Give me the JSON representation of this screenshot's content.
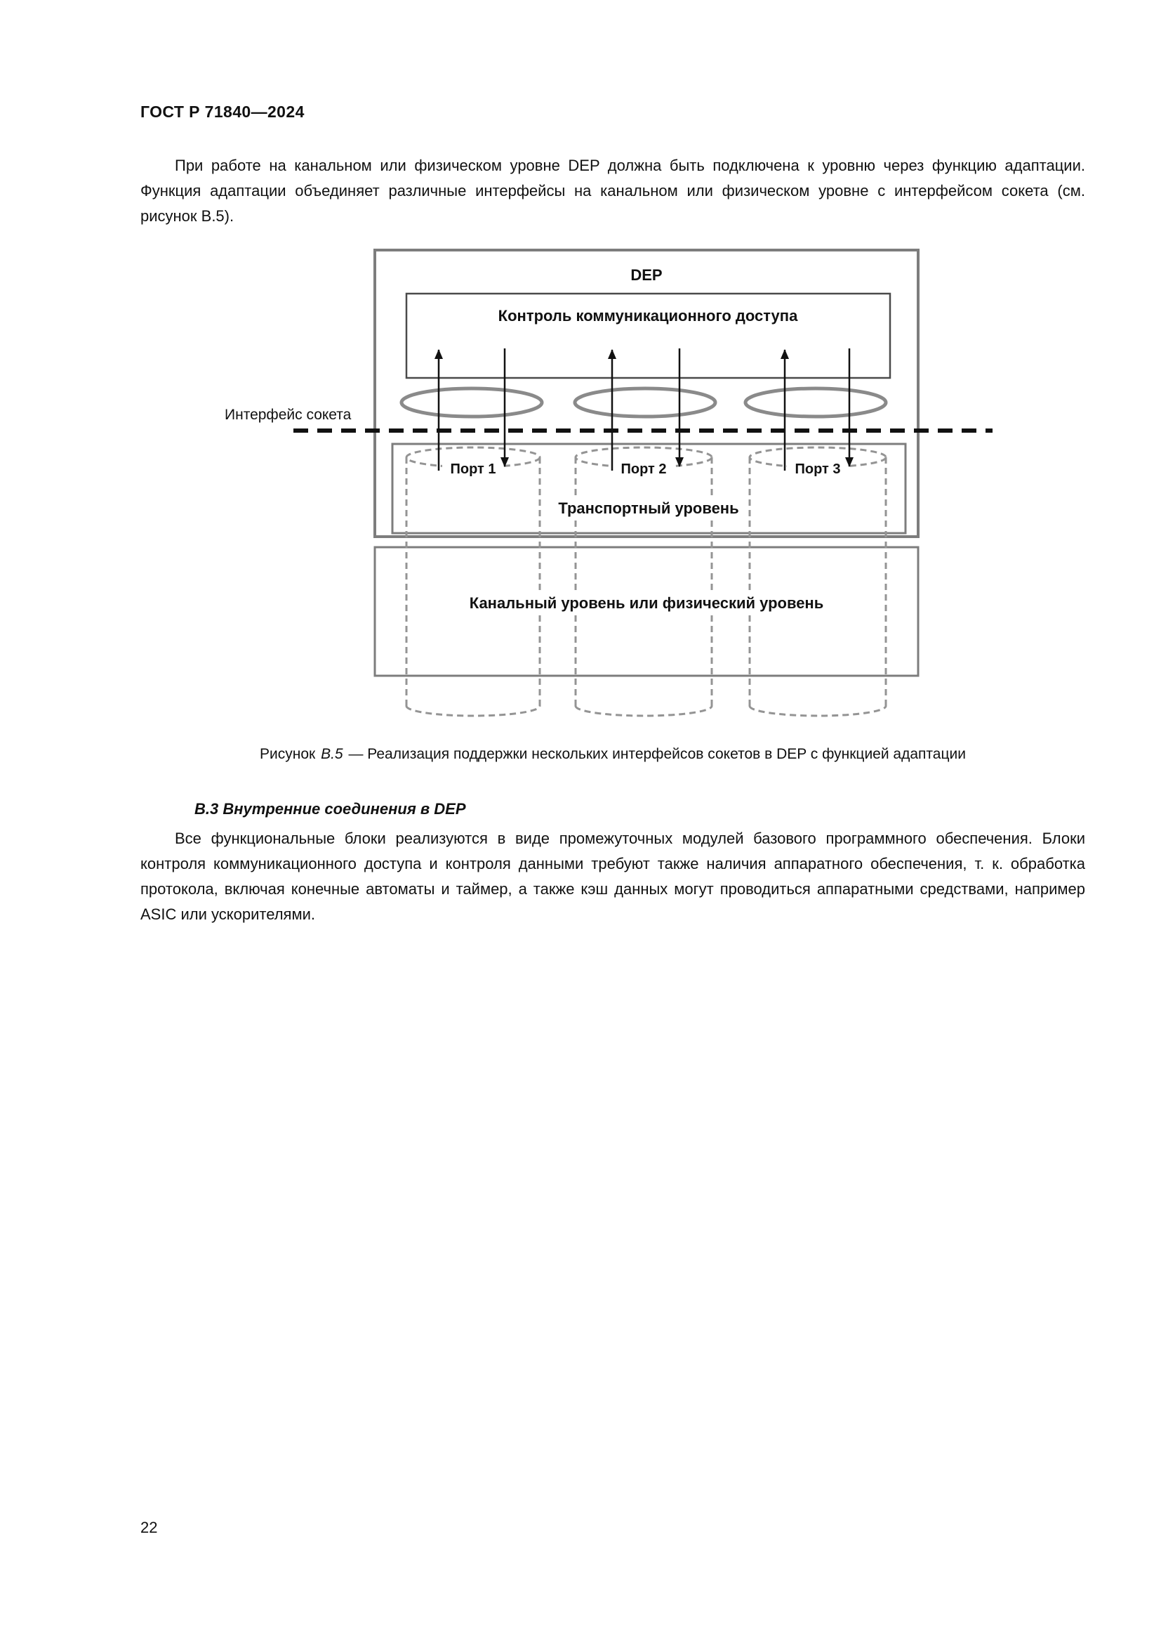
{
  "header": {
    "doc_code": "ГОСТ Р 71840—2024"
  },
  "intro_paragraph": "При работе на канальном или физическом уровне DEP должна быть подключена к уровню через функцию адаптации. Функция адаптации объединяет различные интерфейсы на канальном или физическом уровне с интерфейсом сокета (см. рисунок В.5).",
  "figure": {
    "dep_label": "DEP",
    "control_label": "Контроль коммуникационного доступа",
    "socket_interface_label": "Интерфейс сокета",
    "ports": [
      "Порт 1",
      "Порт 2",
      "Порт 3"
    ],
    "transport_label": "Транспортный уровень",
    "link_layer_label": "Канальный уровень или физический уровень",
    "caption_prefix": "Рисунок",
    "caption_number": "В.5",
    "caption_text": "— Реализация поддержки нескольких интерфейсов сокетов в DEP с функцией адаптации"
  },
  "section_b3": {
    "title": "В.3 Внутренние соединения в DEP",
    "body": "Все функциональные блоки реализуются в виде промежуточных модулей базового программного обеспечения. Блоки контроля коммуникационного доступа и контроля данными требуют также наличия аппаратного обеспечения, т. к. обработка протокола, включая конечные автоматы и таймер, а также кэш данных могут проводиться аппаратными средствами, например ASIC или ускорителями."
  },
  "footer": {
    "page_number": "22"
  }
}
